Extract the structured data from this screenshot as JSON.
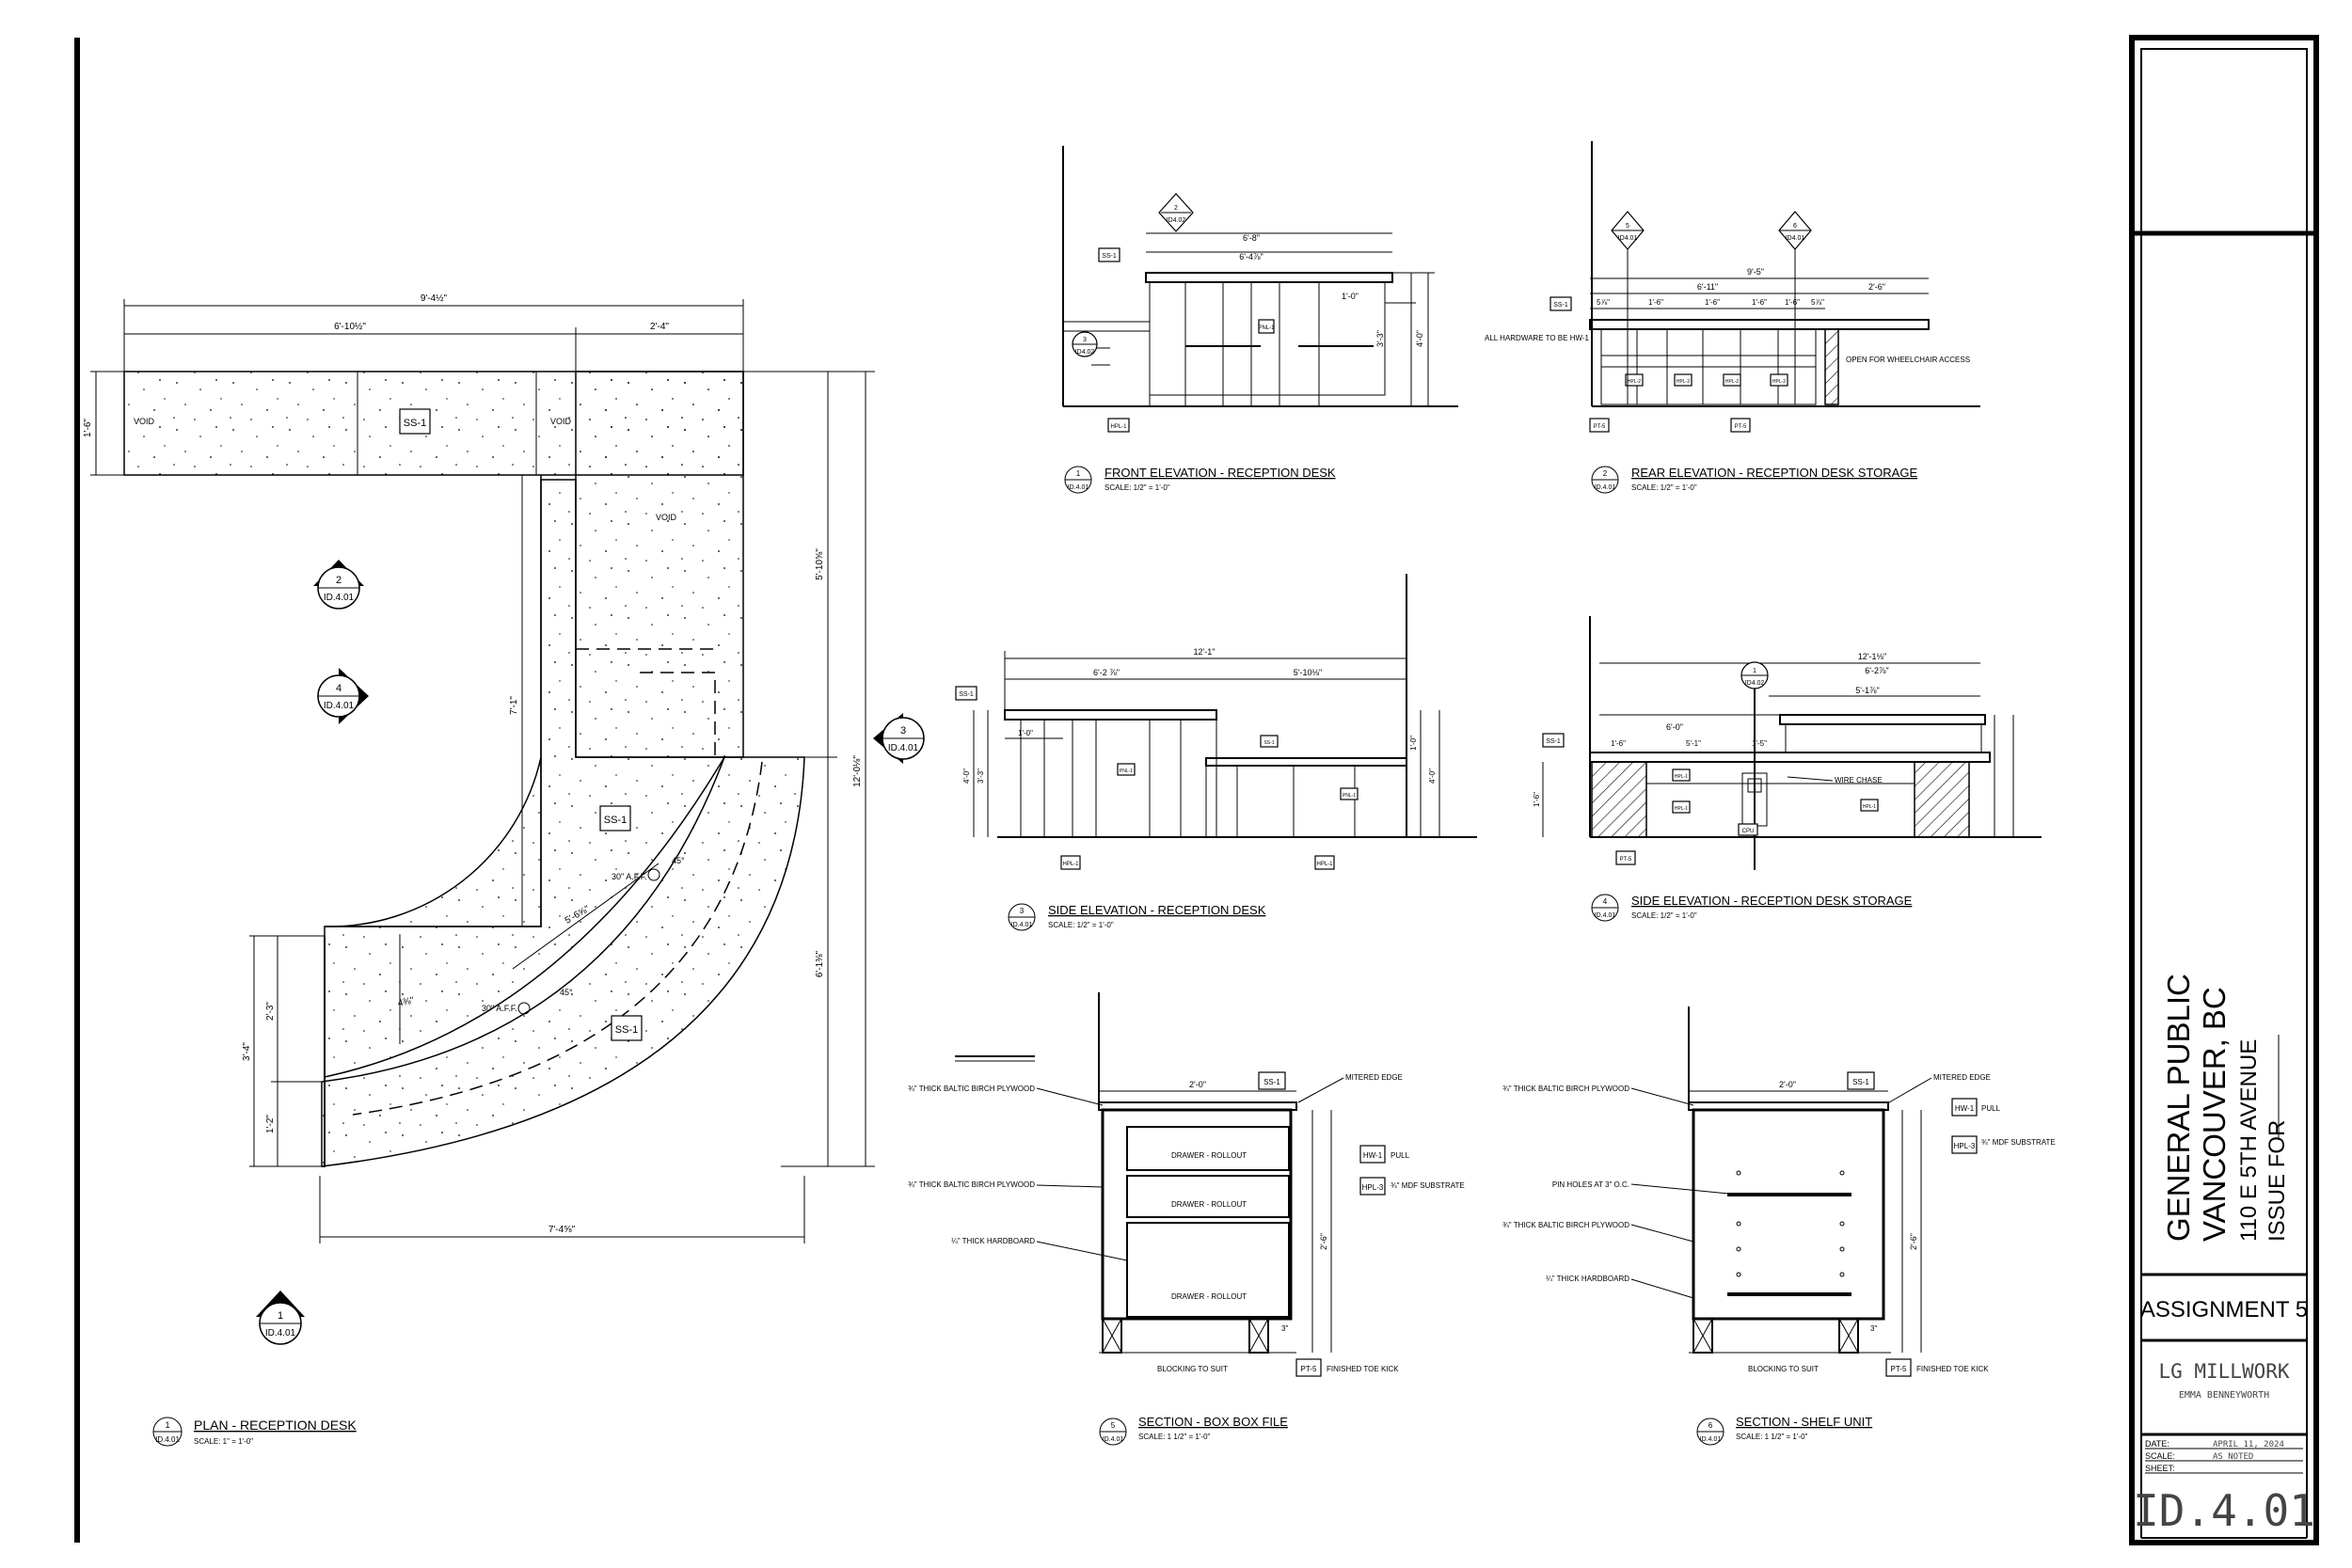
{
  "plan": {
    "title": "PLAN - RECEPTION DESK",
    "scale": "SCALE: 1\" = 1'-0\"",
    "num": "1",
    "ref": "ID.4.01",
    "dims": {
      "overall_top": "9'-4½\"",
      "top_left": "6'-10½\"",
      "top_right": "2'-4\"",
      "left_depth": "1'-6\"",
      "right_upper": "5'-10⅝\"",
      "right_overall": "12'-0⅛\"",
      "right_lower": "6'-1⅜\"",
      "inner_left": "7'-1\"",
      "left_lower_a": "2'-3\"",
      "left_lower_b": "1'-2\"",
      "left_lower_total": "3'-4\"",
      "bottom": "7'-4⅝\"",
      "arc_a": "5'-6⅝\"",
      "arc_b": "4⅜\""
    },
    "labels": {
      "void_left": "VOID",
      "void_mid": "VOID",
      "void_right": "VOID",
      "ss1_top": "SS-1",
      "ss1_mid": "SS-1",
      "ss1_low": "SS-1",
      "aff_1": "30\" A.F.F.",
      "aff_2": "30\" A.F.F.",
      "ang_1": "45°",
      "ang_2": "45°"
    },
    "callouts": {
      "c2_num": "2",
      "c2_ref": "ID.4.01",
      "c4_num": "4",
      "c4_ref": "ID.4.01",
      "c3_num": "3",
      "c3_ref": "ID.4.01",
      "c1_num": "1",
      "c1_ref": "ID.4.01"
    }
  },
  "views": {
    "front": {
      "num": "1",
      "ref": "ID.4.01",
      "title": "FRONT ELEVATION - RECEPTION DESK",
      "scale": "SCALE: 1/2\" = 1'-0\"",
      "dim_a": "6'-8\"",
      "dim_b": "6'-4⅞\"",
      "dim_c": "1'-0\"",
      "dim_d": "3'-3\"",
      "dim_e": "4'-0\"",
      "tag_ss": "SS-1",
      "tag_pnl": "PNL-1",
      "tag_hpl": "HPL-1",
      "sec_num": "2",
      "sec_ref": "ID4.02",
      "sec3_num": "3",
      "sec3_ref": "ID4.02"
    },
    "rear": {
      "num": "2",
      "ref": "ID.4.01",
      "title": "REAR ELEVATION - RECEPTION DESK STORAGE",
      "scale": "SCALE: 1/2\" = 1'-0\"",
      "dim_a": "9'-5\"",
      "dim_b": "6'-11\"",
      "dim_c": "2'-6\"",
      "seg": "1'-6\"",
      "edge": "5⅞\"",
      "note_hw": "ALL HARDWARE TO BE HW-1",
      "note_open": "OPEN FOR WHEELCHAIR ACCESS",
      "tag_ss": "SS-1",
      "tag_pt": "PT-5",
      "tag_hpl": "HPL-2",
      "tag_pt2": "PT-5",
      "c5_num": "5",
      "c5_ref": "ID4.01",
      "c6_num": "6",
      "c6_ref": "ID4.01"
    },
    "side1": {
      "num": "3",
      "ref": "ID.4.01",
      "title": "SIDE ELEVATION - RECEPTION DESK",
      "scale": "SCALE: 1/2\" = 1'-0\"",
      "dim_a": "12'-1\"",
      "dim_b": "6'-2 ⅞\"",
      "dim_c": "5'-10⅛\"",
      "dim_d": "1'-0\"",
      "dim_e": "3'-3\"",
      "dim_f": "4'-0\"",
      "tag_ss": "SS-1",
      "tag_pnl": "PNL-1",
      "tag_hpl": "HPL-1"
    },
    "side2": {
      "num": "4",
      "ref": "ID.4.01",
      "title": "SIDE ELEVATION - RECEPTION DESK STORAGE",
      "scale": "SCALE: 1/2\" = 1'-0\"",
      "dim_a": "12'-1⅛\"",
      "dim_b": "6'-2⅞\"",
      "dim_c": "5'-1⅞\"",
      "dim_d": "6'-0\"",
      "dim_e": "5'-1\"",
      "dim_f": "1'-5\"",
      "dim_g": "1'-6\"",
      "note": "WIRE CHASE",
      "tag_cpu": "CPU",
      "tag_ss": "SS-1",
      "tag_pt": "PT-5",
      "tag_hpl": "HPL-1",
      "sec_num": "1",
      "sec_ref": "ID4.02"
    },
    "sec5": {
      "num": "5",
      "ref": "ID.4.01",
      "title": "SECTION - BOX BOX FILE",
      "scale": "SCALE: 1 1/2\" = 1'-0\"",
      "n1": "¾\" THICK BALTIC BIRCH PLYWOOD",
      "n2": "¾\" THICK BALTIC BIRCH PLYWOOD",
      "n3": "¼\" THICK HARDBOARD",
      "n4": "MITERED EDGE",
      "n5": "PULL",
      "n6": "¾\" MDF SUBSTRATE",
      "n7": "BLOCKING TO SUIT",
      "n8": "FINISHED TOE KICK",
      "d1": "DRAWER - ROLLOUT",
      "d2": "DRAWER - ROLLOUT",
      "d3": "DRAWER - ROLLOUT",
      "dim_w": "2'-0\"",
      "dim_h": "2'-6\"",
      "dim_k": "3\"",
      "tag_ss": "SS-1",
      "tag_hw": "HW-1",
      "tag_hpl": "HPL-3",
      "tag_pt": "PT-5"
    },
    "sec6": {
      "num": "6",
      "ref": "ID.4.01",
      "title": "SECTION - SHELF UNIT",
      "scale": "SCALE: 1 1/2\" = 1'-0\"",
      "n1": "¾\" THICK BALTIC BIRCH PLYWOOD",
      "n2": "¾\" THICK BALTIC BIRCH PLYWOOD",
      "n3": "¼\" THICK HARDBOARD",
      "n0": "PIN HOLES AT 3\" O.C.",
      "n4": "MITERED EDGE",
      "n5": "PULL",
      "n6": "¾\" MDF SUBSTRATE",
      "n7": "BLOCKING TO SUIT",
      "n8": "FINISHED TOE KICK",
      "dim_w": "2'-0\"",
      "dim_h": "2'-6\"",
      "dim_k": "3\"",
      "tag_ss": "SS-1",
      "tag_hw": "HW-1",
      "tag_hpl": "HPL-3",
      "tag_pt": "PT-5"
    }
  },
  "title_block": {
    "project_line1": "GENERAL PUBLIC",
    "project_line2": "VANCOUVER, BC",
    "address": "110 E 5TH AVENUE",
    "issue": "ISSUE FOR",
    "assignment": "ASSIGNMENT 5",
    "company": "LG MILLWORK",
    "designer": "EMMA BENNEYWORTH",
    "date_label": "DATE:",
    "date_value": "APRIL 11, 2024",
    "scale_label": "SCALE:",
    "scale_value": "AS NOTED",
    "sheet_label": "SHEET:",
    "sheet_number": "ID.4.01"
  }
}
